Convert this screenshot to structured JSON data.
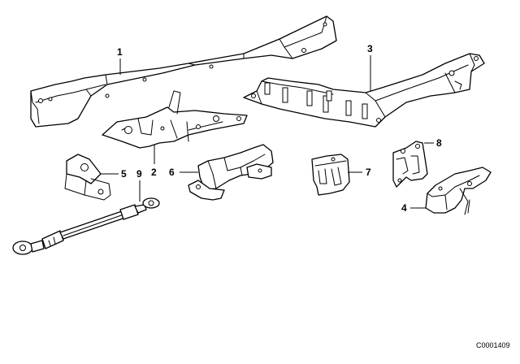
{
  "diagram": {
    "reference_code": "C0001409",
    "parts": [
      {
        "number": "1"
      },
      {
        "number": "2"
      },
      {
        "number": "3"
      },
      {
        "number": "4"
      },
      {
        "number": "5"
      },
      {
        "number": "6"
      },
      {
        "number": "7"
      },
      {
        "number": "8"
      },
      {
        "number": "9"
      }
    ]
  }
}
